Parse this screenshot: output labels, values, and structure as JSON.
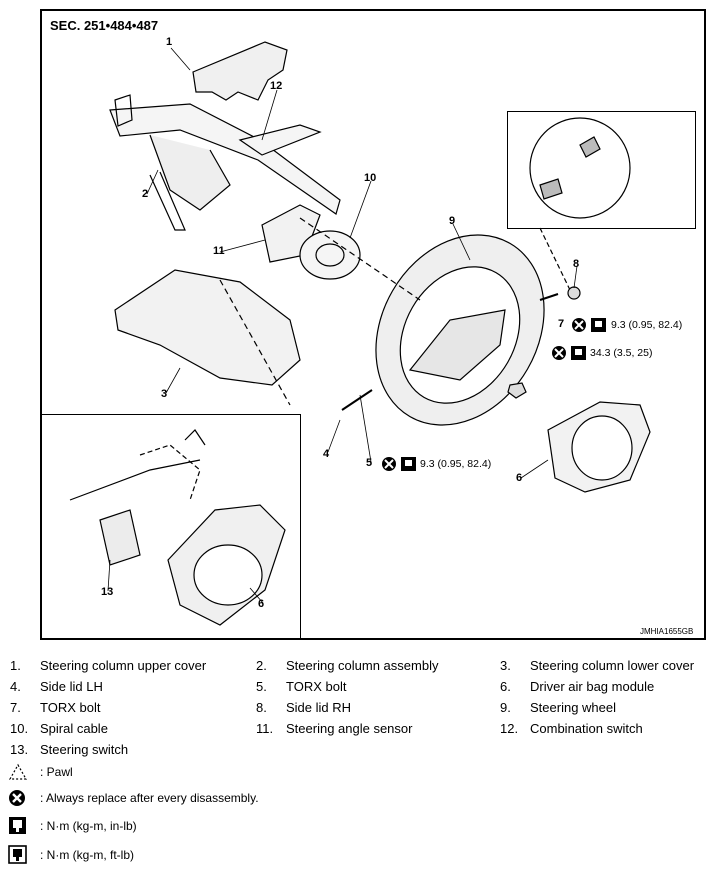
{
  "diagram": {
    "section": "SEC. 251•484•487",
    "image_code": "JMHIA1655GB",
    "callout_numbers": [
      "1",
      "2",
      "3",
      "4",
      "5",
      "6",
      "6",
      "7",
      "8",
      "9",
      "10",
      "11",
      "12",
      "13"
    ],
    "torques": {
      "bolt7": "9.3 (0.95, 82.4)",
      "nut": "34.3 (3.5, 25)",
      "bolt5": "9.3 (0.95, 82.4)"
    }
  },
  "parts": [
    {
      "num": "1.",
      "name": "Steering column upper cover"
    },
    {
      "num": "2.",
      "name": "Steering column assembly"
    },
    {
      "num": "3.",
      "name": "Steering column lower cover"
    },
    {
      "num": "4.",
      "name": "Side lid LH"
    },
    {
      "num": "5.",
      "name": "TORX bolt"
    },
    {
      "num": "6.",
      "name": "Driver air bag module"
    },
    {
      "num": "7.",
      "name": "TORX bolt"
    },
    {
      "num": "8.",
      "name": "Side lid RH"
    },
    {
      "num": "9.",
      "name": "Steering wheel"
    },
    {
      "num": "10.",
      "name": "Spiral cable"
    },
    {
      "num": "11.",
      "name": "Steering angle sensor"
    },
    {
      "num": "12.",
      "name": "Combination switch"
    },
    {
      "num": "13.",
      "name": "Steering switch"
    }
  ],
  "symbols": [
    {
      "icon": "pawl-icon",
      "text": ": Pawl"
    },
    {
      "icon": "replace-icon",
      "text": ": Always replace after every disassembly."
    },
    {
      "icon": "torque-in-lb-icon",
      "text": ": N·m (kg-m, in-lb)"
    },
    {
      "icon": "torque-ft-lb-icon",
      "text": ": N·m (kg-m, ft-lb)"
    }
  ]
}
